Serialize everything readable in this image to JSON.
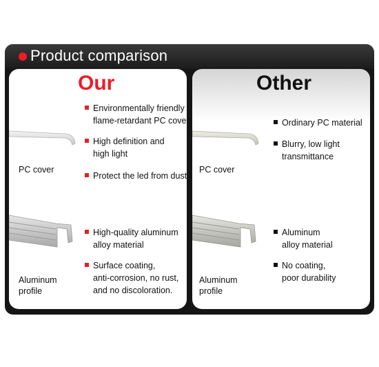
{
  "header": {
    "title": "Product comparison"
  },
  "our": {
    "title": "Our",
    "features": [
      "Environmentally friendly\nflame-retardant PC cover",
      "High definition and\nhigh light",
      "Protect the led from dust.",
      "High-quality aluminum\nalloy material",
      "Surface coating,\nanti-corrosion, no rust,\nand no discoloration."
    ],
    "pc_label": "PC cover",
    "alu_label": "Aluminum\nprofile"
  },
  "other": {
    "title": "Other",
    "features": [
      "Ordinary PC material",
      "Blurry, low light\ntransmittance",
      "Aluminum\nalloy material",
      "No coating,\npoor durability"
    ],
    "pc_label": "PC cover",
    "alu_label": "Aluminum\nprofile"
  },
  "colors": {
    "accent": "#ee1c25",
    "frame": "#151515",
    "text": "#111111"
  },
  "icons": {
    "header_marker": "red-dot-icon",
    "bullet": "square-bullet-icon"
  }
}
